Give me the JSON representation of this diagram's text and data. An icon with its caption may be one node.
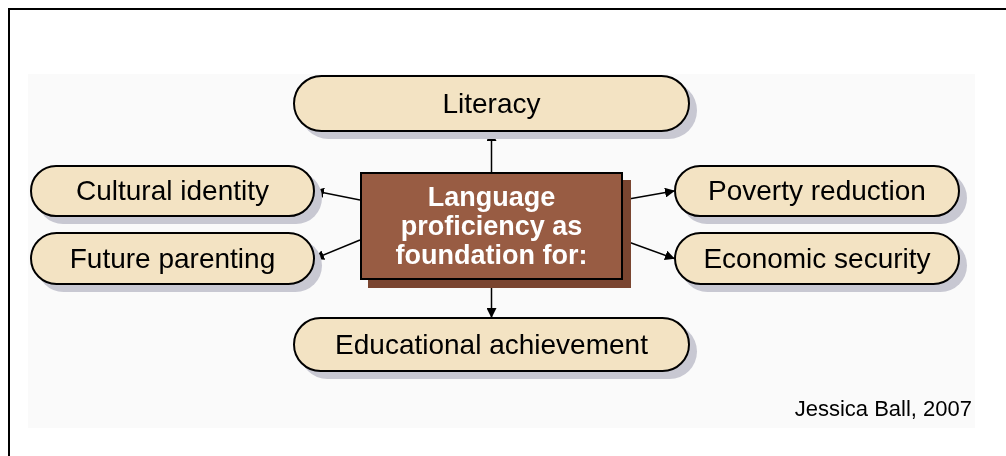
{
  "diagram": {
    "nodes": [
      {
        "text": [
          "Language proficiency as foundation for:"
        ]
      },
      {
        "text": [
          "Literacy"
        ]
      },
      {
        "text": [
          "Cultural identity"
        ]
      },
      {
        "text": [
          "Future parenting"
        ]
      },
      {
        "text": [
          "Poverty reduction"
        ]
      },
      {
        "text": [
          "Economic security"
        ]
      },
      {
        "text": [
          "Educational achievement"
        ]
      }
    ],
    "edges": [
      {
        "from": 0,
        "to": 1,
        "arrow": "to"
      },
      {
        "from": 0,
        "to": 2,
        "arrow": "to"
      },
      {
        "from": 0,
        "to": 3,
        "arrow": "to"
      },
      {
        "from": 0,
        "to": 4,
        "arrow": "to"
      },
      {
        "from": 0,
        "to": 5,
        "arrow": "to"
      },
      {
        "from": 0,
        "to": 6,
        "arrow": "to"
      }
    ],
    "labels": [
      "Jessica Ball, 2007"
    ]
  }
}
